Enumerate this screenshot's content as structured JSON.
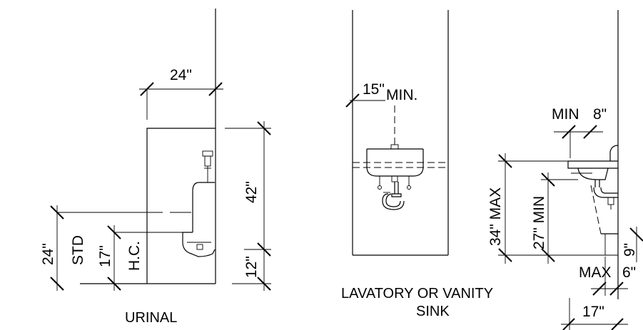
{
  "urinal": {
    "caption": "URINAL",
    "dim_width": "24\"",
    "dim_height_top": "42\"",
    "dim_height_bottom": "12\"",
    "dim_std": "24\"",
    "std_label": "STD",
    "dim_hc": "17\"",
    "hc_label": "H.C."
  },
  "lavatory": {
    "caption_line1": "LAVATORY OR VANITY",
    "caption_line2": "SINK",
    "dim_min_side": "15\"",
    "min_label": "MIN."
  },
  "section": {
    "min_label": "MIN",
    "dim_min_depth": "8\"",
    "dim_max_height": "34\" MAX",
    "dim_min_height": "27\" MIN",
    "dim_knee": "9\"",
    "max_label": "MAX",
    "dim_max_toe": "6\"",
    "dim_depth": "17\""
  }
}
